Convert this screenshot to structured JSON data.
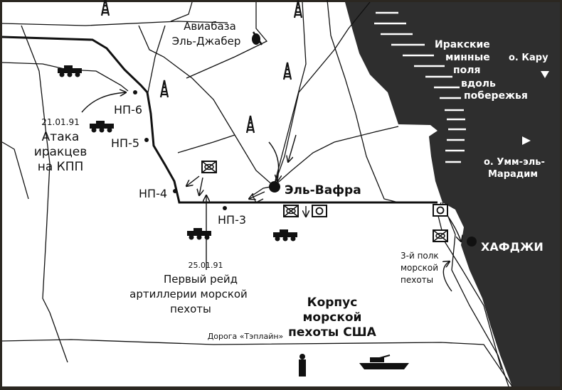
{
  "colors": {
    "land": "#ffffff",
    "sea": "#2e2e2e",
    "frame": "#2b2721",
    "ink": "#111111",
    "minefield": "#ffffff"
  },
  "labels": {
    "airbase": [
      "Авиабаза",
      "Эль-Джабер"
    ],
    "np6": "НП-6",
    "np5": "НП-5",
    "np4": "НП-4",
    "np3": "НП-3",
    "attack_date": "21.01.91",
    "attack": [
      "Атака",
      "иракцев",
      "на КПП"
    ],
    "wafra": "Эль-Вафра",
    "minefields": [
      "Иракские",
      "минные",
      "поля",
      "вдоль",
      "побережья"
    ],
    "karu": "о. Кару",
    "umm": [
      "о. Умм-эль-",
      "Марадим"
    ],
    "khafji": "ХАФДЖИ",
    "regiment": [
      "3-й полк",
      "морской",
      "пехоты"
    ],
    "raid_date": "25.01.91",
    "raid": [
      "Первый рейд",
      "артиллерии морской",
      "пехоты"
    ],
    "corps": [
      "Корпус",
      "морской",
      "пехоты США"
    ],
    "road": "Дорога «Тэплайн»"
  },
  "icons": [
    "oil-derrick-icon",
    "airfield-icon",
    "armored-vehicle-icon",
    "mechanized-unit-icon",
    "artillery-unit-icon",
    "soldier-icon",
    "tank-icon",
    "island-icon",
    "town-dot-icon"
  ]
}
